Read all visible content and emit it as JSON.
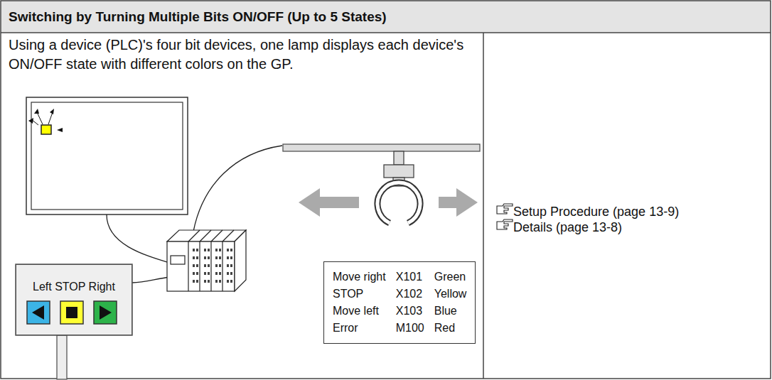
{
  "diagram": {
    "title": "Switching by Turning Multiple Bits ON/OFF (Up to 5 States)",
    "nodes": [
      {
        "text": [
          "Left STOP Right"
        ]
      },
      {
        "text": [
          "Move right",
          "X101",
          "Green",
          "STOP",
          "X102",
          "Yellow",
          "Move left",
          "X103",
          "Blue",
          "Error",
          "M100",
          "Red"
        ]
      }
    ],
    "labels": [
      "Using a device (PLC)'s four bit devices, one lamp displays each device's ON/OFF state with different colors on the GP.",
      "Setup Procedure (page 13-9)",
      "Details (page 13-8)"
    ]
  }
}
